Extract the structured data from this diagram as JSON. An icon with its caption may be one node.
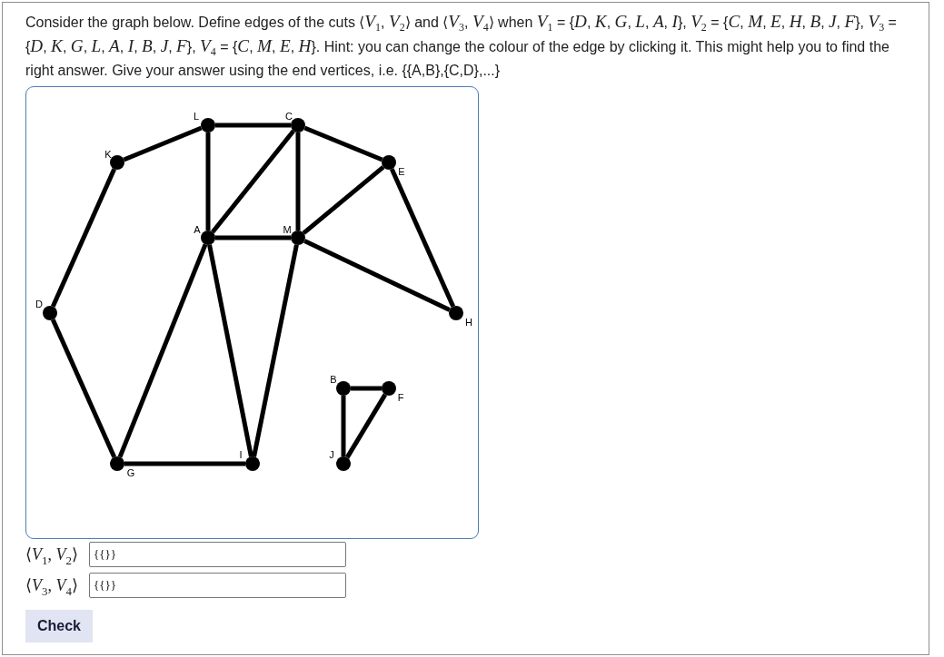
{
  "diagram": {
    "nodes": [
      {
        "text": [],
        "shape": "circle",
        "beside": [
          "L"
        ]
      },
      {
        "text": [],
        "shape": "circle",
        "beside": [
          "C"
        ]
      },
      {
        "text": [],
        "shape": "circle",
        "beside": [
          "K"
        ]
      },
      {
        "text": [],
        "shape": "circle",
        "beside": [
          "E"
        ]
      },
      {
        "text": [],
        "shape": "circle",
        "beside": [
          "A"
        ]
      },
      {
        "text": [],
        "shape": "circle",
        "beside": [
          "M"
        ]
      },
      {
        "text": [],
        "shape": "circle",
        "beside": [
          "D"
        ]
      },
      {
        "text": [],
        "shape": "circle",
        "beside": [
          "H"
        ]
      },
      {
        "text": [],
        "shape": "circle",
        "beside": [
          "B"
        ]
      },
      {
        "text": [],
        "shape": "circle",
        "beside": [
          "F"
        ]
      },
      {
        "text": [],
        "shape": "circle",
        "beside": [
          "G"
        ]
      },
      {
        "text": [],
        "shape": "circle",
        "beside": [
          "I"
        ]
      },
      {
        "text": [],
        "shape": "circle",
        "beside": [
          "J"
        ]
      }
    ],
    "edges": [
      {
        "from": 2,
        "to": 0,
        "arrow": "none"
      },
      {
        "from": 0,
        "to": 1,
        "arrow": "none"
      },
      {
        "from": 1,
        "to": 3,
        "arrow": "none"
      },
      {
        "from": 0,
        "to": 4,
        "arrow": "none"
      },
      {
        "from": 1,
        "to": 4,
        "arrow": "none"
      },
      {
        "from": 1,
        "to": 5,
        "arrow": "none"
      },
      {
        "from": 4,
        "to": 5,
        "arrow": "none"
      },
      {
        "from": 5,
        "to": 3,
        "arrow": "none"
      },
      {
        "from": 3,
        "to": 7,
        "arrow": "none"
      },
      {
        "from": 5,
        "to": 7,
        "arrow": "none"
      },
      {
        "from": 6,
        "to": 2,
        "arrow": "none"
      },
      {
        "from": 6,
        "to": 10,
        "arrow": "none"
      },
      {
        "from": 4,
        "to": 10,
        "arrow": "none"
      },
      {
        "from": 4,
        "to": 11,
        "arrow": "none"
      },
      {
        "from": 5,
        "to": 11,
        "arrow": "none"
      },
      {
        "from": 10,
        "to": 11,
        "arrow": "none"
      },
      {
        "from": 8,
        "to": 9,
        "arrow": "none"
      },
      {
        "from": 8,
        "to": 12,
        "arrow": "none"
      },
      {
        "from": 12,
        "to": 9,
        "arrow": "none"
      }
    ],
    "labels": [
      "Consider the graph below. Define edges of the cuts ⟨*V*$_{1}$, *V*$_{2}$⟩ and ⟨*V*$_{3}$, *V*$_{4}$⟩ when *V*$_{1}$ = {*D*, *K*, *G*, *L*, *A*, *I*}, *V*$_{2}$ = {*C*, *M*, *E*, *H*, *B*, *J*, *F*}, *V*$_{3}$ = {*D*, *K*, *G*, *L*, *A*, *I*, *B*, *J*, *F*}, *V*$_{4}$ = {*C*, *M*, *E*, *H*}. Hint: you can change the colour of the edge by clicking it. This might help you to find the right answer. Give your answer using the end vertices, i.e. {{A,B},{C,D},...}",
      "⟨*V*$_{1}$, *V*$_{2}$⟩",
      "{{}}",
      "⟨*V*$_{3}$, *V*$_{4}$⟩",
      "{{}}",
      "Check"
    ]
  }
}
